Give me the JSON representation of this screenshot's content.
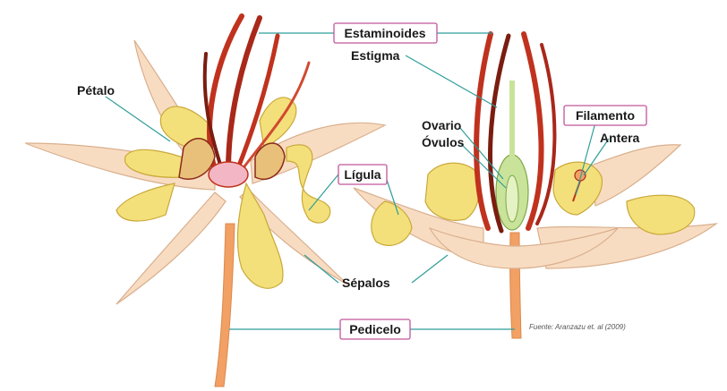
{
  "labels": {
    "estaminoides": "Estaminoides",
    "estigma": "Estigma",
    "petalo": "Pétalo",
    "ovario": "Ovario",
    "ovulos": "Óvulos",
    "filamento": "Filamento",
    "antera": "Antera",
    "ligula": "Lígula",
    "sepalos": "Sépalos",
    "pedicelo": "Pedicelo"
  },
  "source": "Fuente: Aranzazu et. al (2009)",
  "colors": {
    "sepal": "#f8dcc2",
    "sepal_edge": "#d9b08e",
    "petal_yellow": "#f4e07a",
    "petal_edge": "#c9a83a",
    "staminode_red": "#c0321e",
    "staminode_dark": "#7a1d10",
    "pedicel": "#f2a064",
    "leader": "#2f9e9a",
    "label_box_border": "#c0569a",
    "ovary_green": "#c9e39a"
  }
}
